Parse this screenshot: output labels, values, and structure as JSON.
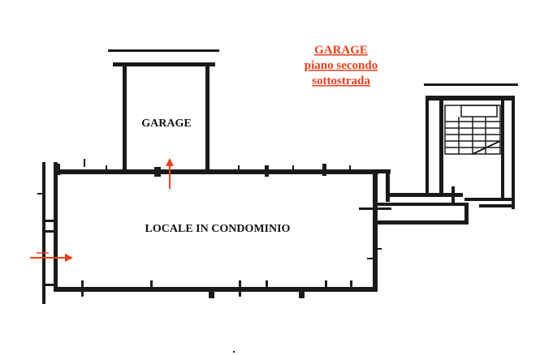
{
  "title": {
    "lines": [
      "GARAGE",
      "piano secondo",
      "sottostrada"
    ]
  },
  "rooms": {
    "garage_label": "GARAGE",
    "locale_label": "LOCALE IN CONDOMINIO"
  },
  "colors": {
    "accent": "#e8401c",
    "wall": "#1a1a1a",
    "background": "#ffffff"
  },
  "icons": [
    "arrow-up-icon",
    "arrow-right-icon"
  ]
}
